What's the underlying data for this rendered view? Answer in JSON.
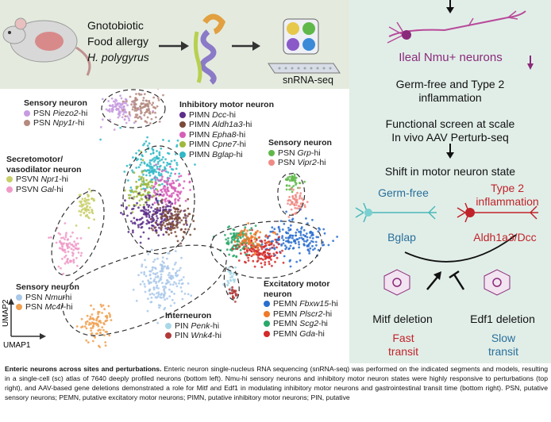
{
  "top_left": {
    "line1": "Gnotobiotic",
    "line2": "Food allergy",
    "line3": "H. polygyrus",
    "method": "snRNA-seq"
  },
  "clusters": {
    "sensory_top": {
      "title": "Sensory neuron",
      "items": [
        {
          "prefix": "PSN",
          "gene": "Piezo2",
          "suffix": "-hi",
          "color": "#c79be0"
        },
        {
          "prefix": "PSN",
          "gene": "Npy1r",
          "suffix": "-hi",
          "color": "#b58a80"
        }
      ]
    },
    "inhibitory": {
      "title": "Inhibitory motor neuron",
      "items": [
        {
          "prefix": "PIMN",
          "gene": "Dcc",
          "suffix": "-hi",
          "color": "#5c2d8a"
        },
        {
          "prefix": "PIMN",
          "gene": "Aldh1a3",
          "suffix": "-hi",
          "color": "#7a4a3a"
        },
        {
          "prefix": "PIMN",
          "gene": "Epha8",
          "suffix": "-hi",
          "color": "#d75fb8"
        },
        {
          "prefix": "PIMN",
          "gene": "Cpne7",
          "suffix": "-hi",
          "color": "#a0b83c"
        },
        {
          "prefix": "PIMN",
          "gene": "Bglap",
          "suffix": "-hi",
          "color": "#31b8c8"
        }
      ]
    },
    "secretomotor": {
      "title": "Secretomotor/\nvasodilator neuron",
      "items": [
        {
          "prefix": "PSVN",
          "gene": "Npr1",
          "suffix": "-hi",
          "color": "#c8cf68"
        },
        {
          "prefix": "PSVN",
          "gene": "Gal",
          "suffix": "-hi",
          "color": "#f09ac8"
        }
      ]
    },
    "sensory_right": {
      "title": "Sensory neuron",
      "items": [
        {
          "prefix": "PSN",
          "gene": "Grp",
          "suffix": "-hi",
          "color": "#5fb84a"
        },
        {
          "prefix": "PSN",
          "gene": "Vipr2",
          "suffix": "-hi",
          "color": "#f08a84"
        }
      ]
    },
    "sensory_bottom": {
      "title": "Sensory neuron",
      "items": [
        {
          "prefix": "PSN",
          "gene": "Nmu",
          "suffix": "-hi",
          "color": "#a9c8ea"
        },
        {
          "prefix": "PSN",
          "gene": "Mc4r",
          "suffix": "-hi",
          "color": "#f0a050"
        }
      ]
    },
    "interneuron": {
      "title": "Interneuron",
      "items": [
        {
          "prefix": "PIN",
          "gene": "Penk",
          "suffix": "-hi",
          "color": "#a8d8e8"
        },
        {
          "prefix": "PIN",
          "gene": "Wnk4",
          "suffix": "-hi",
          "color": "#b03a3a"
        }
      ]
    },
    "excitatory": {
      "title": "Excitatory motor\nneuron",
      "items": [
        {
          "prefix": "PEMN",
          "gene": "Fbxw15",
          "suffix": "-hi",
          "color": "#2a6fcf"
        },
        {
          "prefix": "PEMN",
          "gene": "Plscr2",
          "suffix": "-hi",
          "color": "#f07a2a"
        },
        {
          "prefix": "PEMN",
          "gene": "Scg2",
          "suffix": "-hi",
          "color": "#2aa86a"
        },
        {
          "prefix": "PEMN",
          "gene": "Gda",
          "suffix": "-hi",
          "color": "#d42a2a"
        }
      ]
    }
  },
  "axes": {
    "x": "UMAP1",
    "y": "UMAP2"
  },
  "right": {
    "ileal": "Ileal Nmu+ neurons",
    "germ_free_type2": "Germ-free and Type 2\ninflammation",
    "functional_screen": "Functional screen at scale\nIn vivo AAV Perturb-seq",
    "shift": "Shift in motor neuron state",
    "germ_free": "Germ-free",
    "type2": "Type 2\ninflammation",
    "bglap": "Bglap",
    "aldh": "Aldh1a3/Dcc",
    "mitf": "Mitf deletion",
    "edf1": "Edf1 deletion",
    "fast": "Fast\ntransit",
    "slow": "Slow\ntransit"
  },
  "caption": {
    "bold": "Enteric neurons across sites and perturbations.",
    "text": "Enteric neuron single-nucleus RNA sequencing (snRNA-seq) was performed on the indicated segments and models, resulting in a single-cell (sc) atlas of 7640 deeply profiled neurons (bottom left). Nmu-hi sensory neurons and inhibitory motor neuron states were highly responsive to perturbations (top right), and AAV-based gene deletions demonstrated a role for Mitf and Edf1 in modulating inhibitory motor neurons and gastrointestinal transit time (bottom right). PSN, putative sensory neurons; PEMN, putative excitatory motor neurons; PIMN, putative inhibitory motor neurons; PIN, putative"
  },
  "colors": {
    "left_bg": "#e4ebde",
    "right_bg": "#e1eee8",
    "purple": "#8a2a7a",
    "blue": "#2a6f9a",
    "red": "#c0232a"
  }
}
